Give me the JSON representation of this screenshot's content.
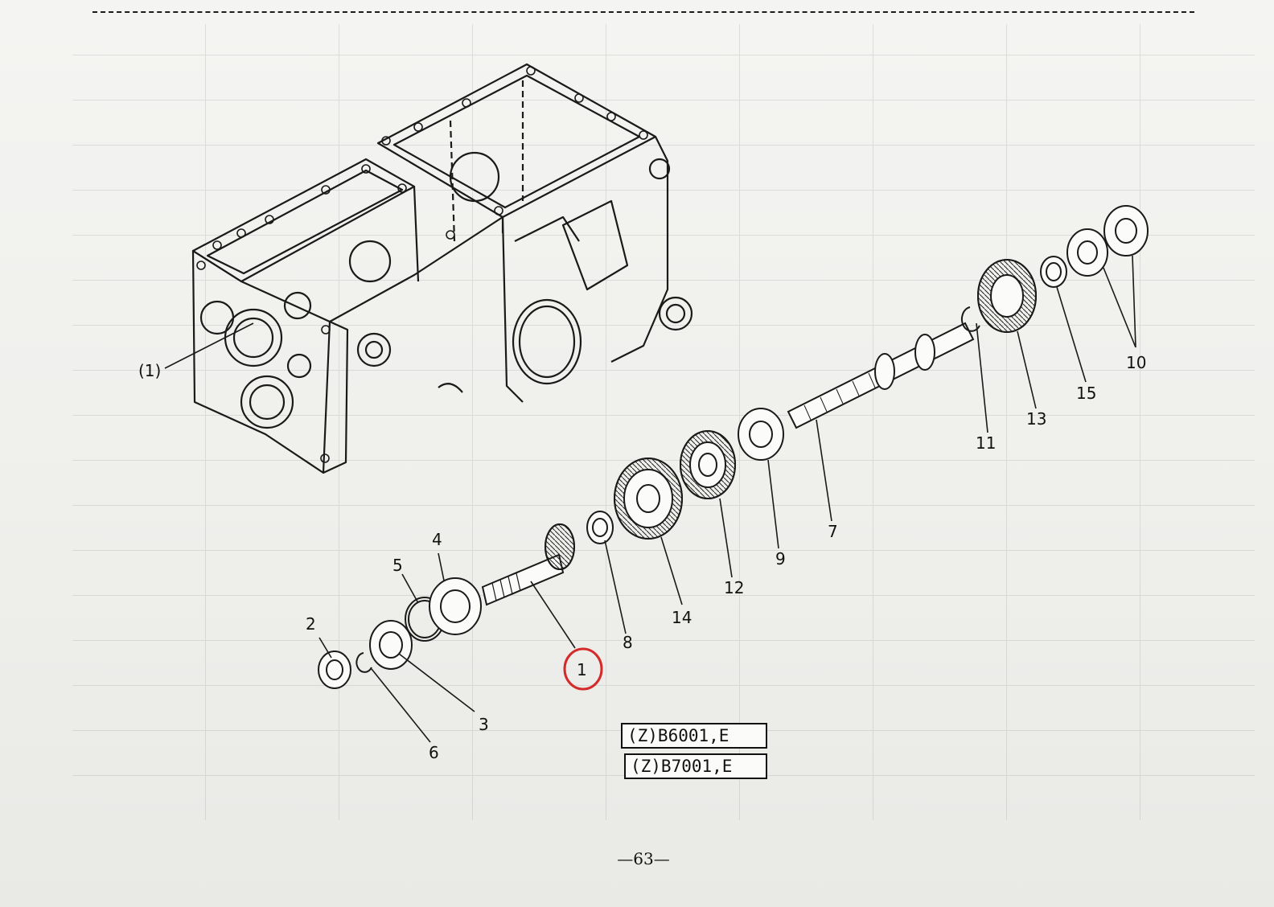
{
  "callouts": {
    "housing": "(1)",
    "p1": "1",
    "p2": "2",
    "p3": "3",
    "p4": "4",
    "p5": "5",
    "p6": "6",
    "p7": "7",
    "p8": "8",
    "p9": "9",
    "p10": "10",
    "p11": "11",
    "p12": "12",
    "p13": "13",
    "p14": "14",
    "p15": "15"
  },
  "highlight": {
    "target": "1",
    "color": "#d42a2a"
  },
  "models": [
    "(Z)B6001,E",
    "(Z)B7001,E"
  ],
  "page_number": "—63—"
}
